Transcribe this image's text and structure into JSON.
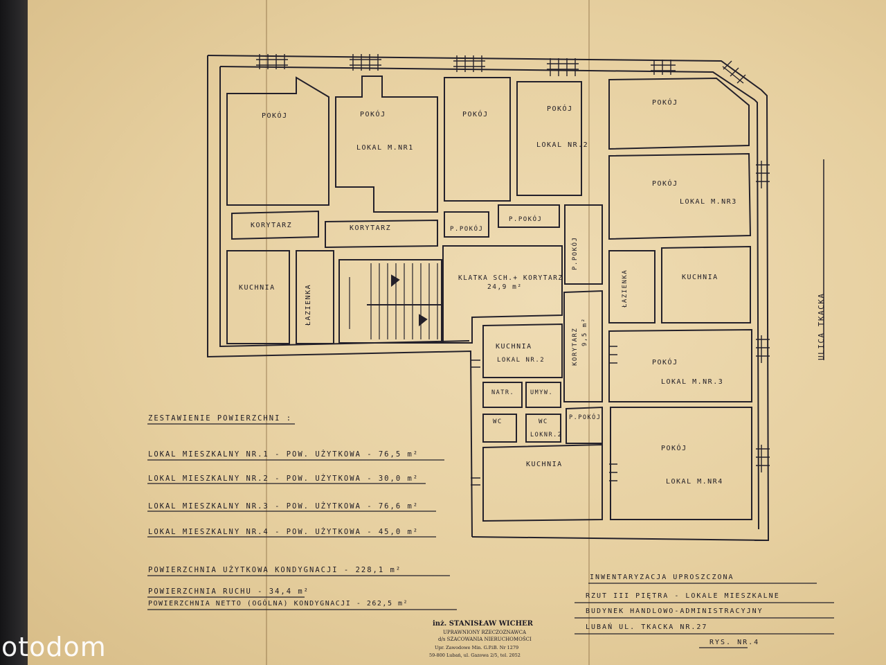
{
  "rooms": {
    "pokoj_a": "POKÓJ",
    "pokoj_b": "POKÓJ",
    "pokoj_c": "POKÓJ",
    "pokoj_d": "POKÓJ",
    "pokoj_e": "POKÓJ",
    "pokoj_f": "POKÓJ",
    "pokoj_g": "POKÓJ",
    "pokoj_h": "POKÓJ",
    "lokal_1": "LOKAL M.NR1",
    "lokal_2a": "LOKAL NR.2",
    "lokal_2b": "LOKAL NR.2",
    "lokal_2c": "LOKNR.2",
    "lokal_3a": "LOKAL M.NR3",
    "lokal_3b": "LOKAL M.NR.3",
    "lokal_4": "LOKAL M.NR4",
    "korytarz_a": "KORYTARZ",
    "korytarz_b": "KORYTARZ",
    "korytarz_c": "KORYTARZ",
    "korytarz_c_area": "9,5 m²",
    "p_pokoj_a": "P.POKÓJ",
    "p_pokoj_b": "P.POKÓJ",
    "p_pokoj_c": "P.POKÓJ",
    "p_pokoj_d": "P.POKÓJ",
    "kuchnia_a": "KUCHNIA",
    "kuchnia_b": "KUCHNIA",
    "kuchnia_c": "KUCHNIA",
    "kuchnia_d": "KUCHNIA",
    "lazienka_a": "ŁAZIENKA",
    "lazienka_b": "ŁAZIENKA",
    "klatka": "KLATKA SCH.+ KORYTARZ",
    "klatka_area": "24,9 m²",
    "natr": "NATR.",
    "umyw": "UMYW.",
    "wc_a": "WC",
    "wc_b": "WC"
  },
  "street": "ULICA TKACKA",
  "summary": {
    "title": "ZESTAWIENIE POWIERZCHNI :",
    "lines": [
      "LOKAL MIESZKALNY NR.1 - POW. UŻYTKOWA - 76,5 m²",
      "LOKAL MIESZKALNY NR.2 - POW. UŻYTKOWA - 30,0 m²",
      "LOKAL MIESZKALNY NR.3 - POW. UŻYTKOWA - 76,6 m²",
      "LOKAL MIESZKALNY NR.4 - POW. UŻYTKOWA - 45,0 m²"
    ],
    "totals": [
      "POWIERZCHNIA UŻYTKOWA KONDYGNACJI - 228,1 m²",
      "POWIERZCHNIA RUCHU - 34,4 m²",
      "POWIERZCHNIA NETTO (OGÓLNA) KONDYGNACJI - 262,5 m²"
    ]
  },
  "title_block": [
    "INWENTARYZACJA UPROSZCZONA",
    "RZUT III PIĘTRA - LOKALE MIESZKALNE",
    "BUDYNEK HANDLOWO-ADMINISTRACYJNY",
    "LUBAŃ UL. TKACKA NR.27",
    "RYS. NR.4"
  ],
  "stamp": {
    "name": "inż. STANISŁAW WICHER",
    "l1": "UPRAWNIONY RZECZOZNAWCA",
    "l2": "d/s SZACOWANIA NIERUCHOMOŚCI",
    "l3": "Upr. Zawodowe Min. G.P.iB. Nr 1279",
    "l4": "59-800 Lubań, ul. Gazowa 2/5, tel. 2052"
  },
  "watermark": "otodom",
  "colors": {
    "ink": "#1d1a24",
    "paper": "#e9d4a6"
  }
}
